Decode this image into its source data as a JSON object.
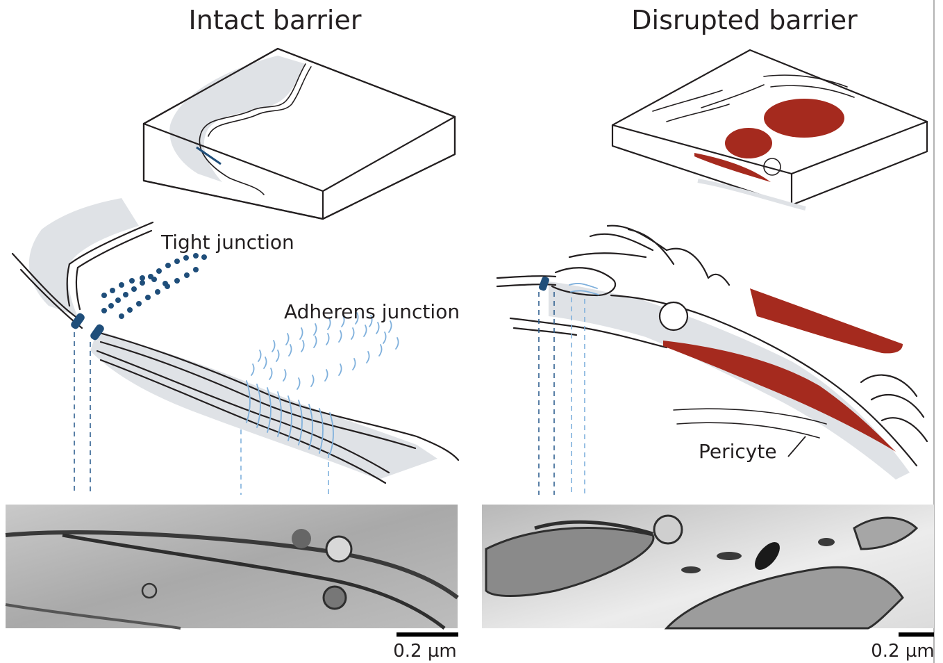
{
  "panels": {
    "left": {
      "title": "Intact barrier",
      "labels": {
        "tight_junction": "Tight junction",
        "adherens_junction": "Adherens junction"
      },
      "scale_bar": "0.2 µm"
    },
    "right": {
      "title": "Disrupted barrier",
      "labels": {
        "pericyte": "Pericyte"
      },
      "scale_bar": "0.2 µm"
    }
  },
  "colors": {
    "tight_junction": "#1f4e7a",
    "adherens_junction": "#7fb0dc",
    "red_blood_cell": "#a52a1e",
    "cytoplasm_shade": "#dfe2e6",
    "ink": "#231f20"
  }
}
